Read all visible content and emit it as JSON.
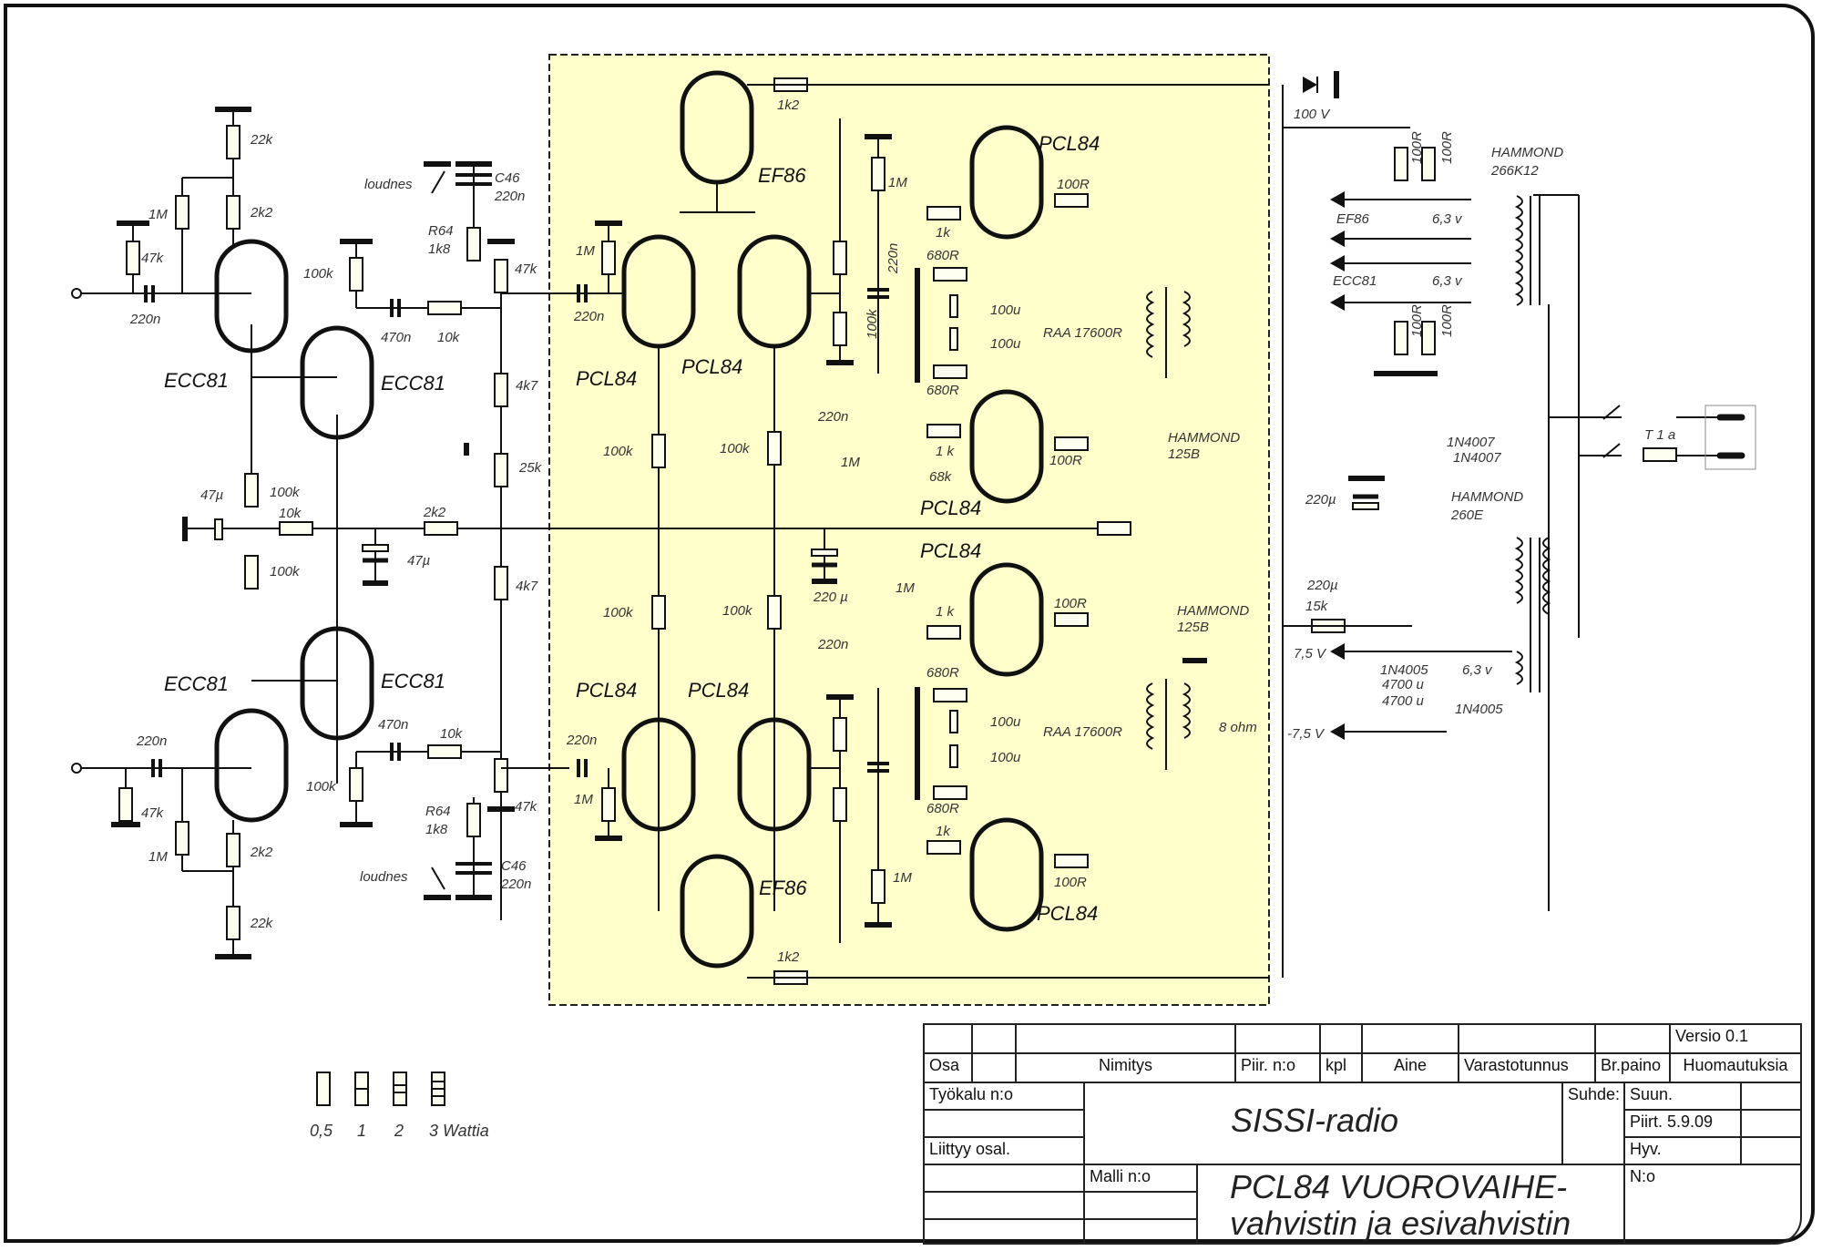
{
  "colors": {
    "ink": "#111111",
    "power_stage_fill": "#ffffcc",
    "background": "#ffffff"
  },
  "preamp": {
    "tubes": [
      "ECC81",
      "ECC81",
      "ECC81",
      "ECC81"
    ],
    "upper": {
      "input_cap": "220n",
      "input_res": "47k",
      "grid_res": "1M",
      "anode_res": "2k2",
      "decoupling_res": "22k",
      "cathode_res": "100k",
      "coupling_cap": "470n",
      "series_res": "10k",
      "loudness_label": "loudnes",
      "c46": "C46",
      "c46_value": "220n",
      "r64": "R64",
      "r64_value": "1k8",
      "volume_pot": "47k",
      "divider_res": "4k7"
    },
    "lower": {
      "input_cap": "220n",
      "input_res": "47k",
      "grid_res": "1M",
      "anode_res": "2k2",
      "decoupling_res": "22k",
      "cathode_res": "100k",
      "coupling_cap": "470n",
      "series_res": "10k",
      "loudness_label": "loudnes",
      "c46": "C46",
      "c46_value": "220n",
      "r64": "R64",
      "r64_value": "1k8",
      "volume_pot": "47k",
      "divider_res": "4k7"
    },
    "supply": {
      "cap_left": "47µ",
      "res_100k_a": "100k",
      "res_100k_b": "100k",
      "res_10k": "10k",
      "res_2k2": "2k2",
      "cap_mid": "47µ",
      "balance_pot": "25k"
    }
  },
  "power_stage": {
    "upper": {
      "ef86": "EF86",
      "ef86_res": "1k2",
      "pi_tube_a": "PCL84",
      "pi_tube_b": "PCL84",
      "input_cap": "220n",
      "grid_res": "1M",
      "pi_grid_res_a": "100k",
      "coupling_cap_a": "220n",
      "coupling_cap_b": "220n",
      "grid_leak_a": "1M",
      "grid_leak_b": "1M",
      "stopper_a": "1k",
      "stopper_b": "1 k",
      "extra": "68k",
      "cathode_res_a": "680R",
      "cathode_res_b": "680R",
      "cathode_cap_a": "100u",
      "cathode_cap_b": "100u",
      "screen_res_a": "100R",
      "screen_res_b": "100R",
      "output_tube_a": "PCL84",
      "output_tube_b": "PCL84",
      "transformer_raa": "RAA 17600R",
      "transformer_brand": "HAMMOND",
      "transformer_model": "125B"
    },
    "middle": {
      "anode_res": [
        "100k",
        "100k",
        "100k",
        "100k"
      ],
      "filter_cap": "220 µ"
    },
    "lower": {
      "ef86": "EF86",
      "ef86_res": "1k2",
      "pi_tube_a": "PCL84",
      "pi_tube_b": "PCL84",
      "input_cap": "220n",
      "grid_res": "1M",
      "pi_grid_res_b": "100k",
      "coupling_cap_a": "220n",
      "coupling_cap_b": "220n",
      "grid_leak_a": "1M",
      "grid_leak_b": "1M",
      "stopper_a": "1 k",
      "stopper_b": "1k",
      "cathode_res_a": "680R",
      "cathode_res_b": "680R",
      "cathode_cap_a": "100u",
      "cathode_cap_b": "100u",
      "screen_res_a": "100R",
      "screen_res_b": "100R",
      "output_tube_a": "PCL84",
      "output_tube_b": "PCL84",
      "transformer_raa": "RAA 17600R",
      "transformer_brand": "HAMMOND",
      "transformer_model": "125B",
      "speaker": "8 ohm"
    }
  },
  "power_supply": {
    "hv_label": "100 V",
    "heater_res": [
      "100R",
      "100R",
      "100R",
      "100R"
    ],
    "heater_tx_brand": "HAMMOND",
    "heater_tx_model": "266K12",
    "heater_ef86": "EF86",
    "heater_ecc81": "ECC81",
    "heater_v1": "6,3 v",
    "heater_v2": "6,3 v",
    "diodes_hv": [
      "1N4007",
      "1N4007"
    ],
    "fuse": "T 1 a",
    "hv_tx_brand": "HAMMOND",
    "hv_tx_model": "260E",
    "cap_a": "220µ",
    "cap_b": "220µ",
    "res_15k": "15k",
    "pos_rail": "7,5 V",
    "neg_rail": "-7,5 V",
    "diode_lv_a": "1N4005",
    "diode_lv_b": "1N4005",
    "cap_lv_a": "4700 u",
    "cap_lv_b": "4700 u",
    "lv_winding": "6,3 v"
  },
  "legend": {
    "ratings": [
      "0,5",
      "1",
      "2",
      "3 Wattia"
    ]
  },
  "title_block": {
    "version": "Versio 0.1",
    "headers": [
      "Osa",
      "Nimitys",
      "Piir. n:o",
      "kpl",
      "Aine",
      "Varastotunnus",
      "Br.paino",
      "Huomautuksia"
    ],
    "tool_no": "Työkalu n:o",
    "related": "Liittyy osal.",
    "model_no": "Malli n:o",
    "project": "SISSI-radio",
    "ratio": "Suhde:",
    "designed": "Suun.",
    "drawn": "Piirt. 5.9.09",
    "approved": "Hyv.",
    "number": "N:o",
    "title_line1": "PCL84 VUOROVAIHE-",
    "title_line2": "vahvistin ja esivahvistin"
  }
}
